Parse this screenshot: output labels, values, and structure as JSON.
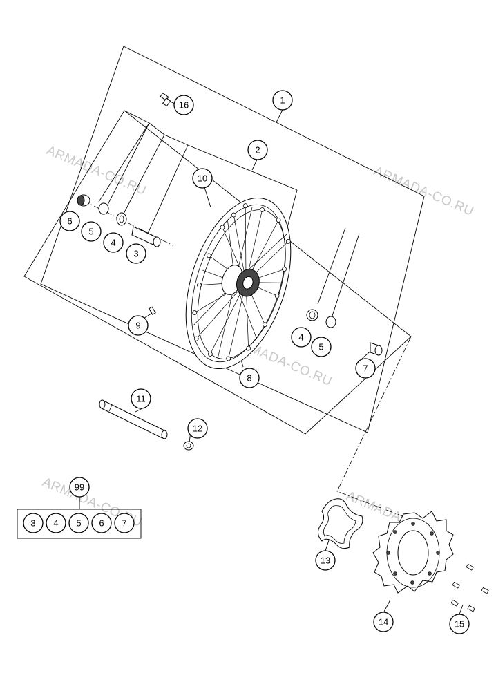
{
  "watermark_text": "ARMADA-CO.RU",
  "callouts": {
    "c1": "1",
    "c2": "2",
    "c3": "3",
    "c4": "4",
    "c5": "5",
    "c6": "6",
    "c4b": "4",
    "c5b": "5",
    "c7": "7",
    "c8": "8",
    "c9": "9",
    "c10": "10",
    "c11": "11",
    "c12": "12",
    "c13": "13",
    "c14": "14",
    "c15": "15",
    "c16": "16",
    "c99": "99"
  },
  "kit": {
    "label": "99",
    "items": [
      "3",
      "4",
      "5",
      "6",
      "7"
    ]
  }
}
